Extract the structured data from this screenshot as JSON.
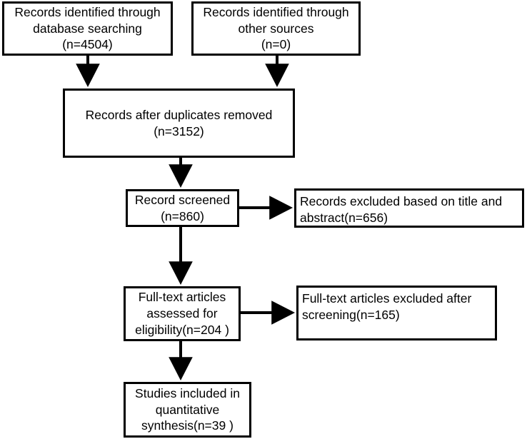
{
  "diagram": {
    "type": "prisma-flow-diagram",
    "colors": {
      "background": "#ffffff",
      "stroke": "#000000",
      "text": "#000000"
    },
    "boxes": {
      "db_search": {
        "label": "Records identified through\ndatabase searching\n(n=4504)",
        "count": 4504
      },
      "other_sources": {
        "label": "Records identified through\nother sources\n(n=0)",
        "count": 0
      },
      "duplicates_removed": {
        "label": "Records after duplicates removed\n(n=3152)",
        "count": 3152
      },
      "records_screened": {
        "label": "Record screened\n(n=860)",
        "count": 860
      },
      "excluded_title_abstract": {
        "label": "Records excluded based on title and\nabstract(n=656)",
        "count": 656
      },
      "fulltext_assessed": {
        "label": "Full-text articles\nassessed for\neligibility(n=204 )",
        "count": 204
      },
      "excluded_fulltext": {
        "label": "Full-text articles excluded after\nscreening(n=165)",
        "count": 165
      },
      "studies_included": {
        "label": "Studies included in\nquantitative\nsynthesis(n=39 )",
        "count": 39
      }
    },
    "connectors": [
      {
        "name": "db-search-to-duplicates",
        "from": "db_search",
        "to": "duplicates_removed",
        "direction": "down"
      },
      {
        "name": "other-sources-to-duplicates",
        "from": "other_sources",
        "to": "duplicates_removed",
        "direction": "down"
      },
      {
        "name": "duplicates-to-screened",
        "from": "duplicates_removed",
        "to": "records_screened",
        "direction": "down"
      },
      {
        "name": "screened-to-excluded-title",
        "from": "records_screened",
        "to": "excluded_title_abstract",
        "direction": "right"
      },
      {
        "name": "screened-to-fulltext",
        "from": "records_screened",
        "to": "fulltext_assessed",
        "direction": "down"
      },
      {
        "name": "fulltext-to-excluded-fulltext",
        "from": "fulltext_assessed",
        "to": "excluded_fulltext",
        "direction": "right"
      },
      {
        "name": "fulltext-to-included",
        "from": "fulltext_assessed",
        "to": "studies_included",
        "direction": "down"
      }
    ]
  }
}
